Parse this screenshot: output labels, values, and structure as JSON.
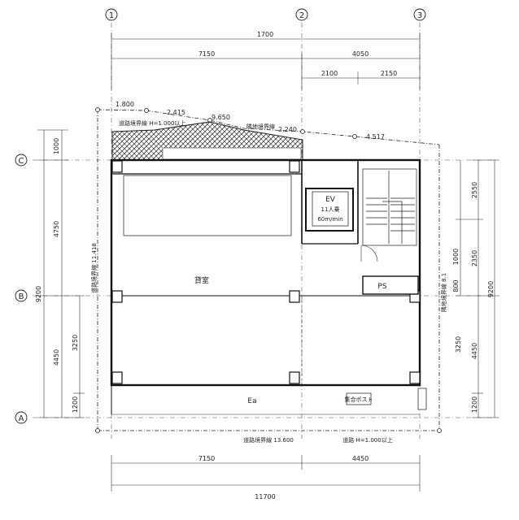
{
  "axes": {
    "col_1": "1",
    "col_2": "2",
    "col_3": "3",
    "row_c": "C",
    "row_b": "B",
    "row_a": "A"
  },
  "dims_top": {
    "total": "1700",
    "left": "7150",
    "right": "4050",
    "right_a": "2100",
    "right_b": "2150"
  },
  "dims_bottom": {
    "left": "7150",
    "right": "4450",
    "total": "11700"
  },
  "dims_left": {
    "top": "1000",
    "upper": "4750",
    "total": "9200",
    "lower": "4450",
    "lower_inner": "3250",
    "bottom": "1200",
    "vertical_note": "道路境界線 11.418"
  },
  "dims_right": {
    "top": "2550",
    "mid": "2350",
    "total": "9200",
    "small_a": "1000",
    "small_b": "800",
    "lower": "3250",
    "lower_b": "4450",
    "bottom": "1200",
    "vertical_note": "隣地境界線 8.1"
  },
  "boundary": {
    "pt_1": "1.800",
    "pt_2": "2.415",
    "pt_3": "9.650",
    "pt_4": "2.240",
    "pt_5": "4.517",
    "setback_note": "道路境界線 H=1.000以上",
    "line_note": "隣地境界線",
    "bottom_note": "道路境界線 13.600",
    "bottom_right_note": "道路 H=1.000以上"
  },
  "rooms": {
    "ev": "EV",
    "ev_sub": "11人乗",
    "ev_sub2": "60m/min",
    "ps": "PS",
    "main": "貸室",
    "entrance": "Ea",
    "mailbox": "集合ポスト"
  }
}
